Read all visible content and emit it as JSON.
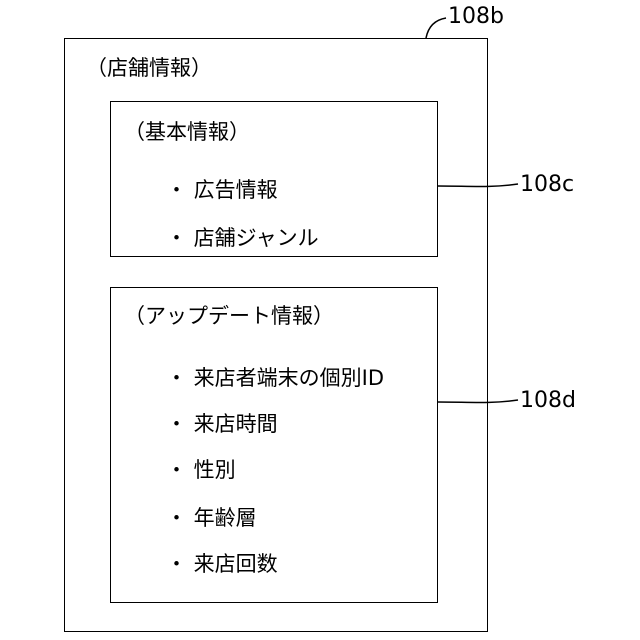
{
  "refs": {
    "outer": "108b",
    "basic": "108c",
    "update": "108d"
  },
  "outer_title": "（店舗情報）",
  "basic": {
    "title": "（基本情報）",
    "items": [
      "・ 広告情報",
      "・ 店舗ジャンル"
    ]
  },
  "update": {
    "title": "（アップデート情報）",
    "items": [
      "・ 来店者端末の個別ID",
      "・ 来店時間",
      "・ 性別",
      "・ 年齢層",
      "・ 来店回数"
    ]
  }
}
